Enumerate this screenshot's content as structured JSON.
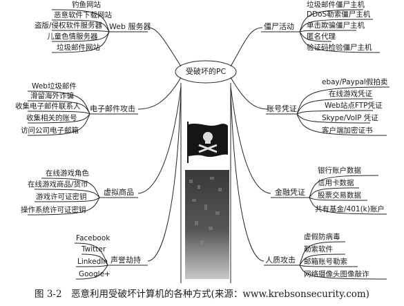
{
  "center": "受破坏的PC",
  "caption": "图 3-2　恶意利用受破坏计算机的各种方式(来源：www.krebsonsecurity.com)",
  "branches": {
    "web_server": {
      "label": "Web 服务器",
      "items": [
        "钓鱼网站",
        "恶意软件下载网站",
        "盗版/侵权软件服务器",
        "儿童色情服务器",
        "垃圾邮件网站"
      ]
    },
    "email_attack": {
      "label": "电子邮件攻击",
      "items": [
        "Web垃圾邮件",
        "滑留海外诈骗",
        "收集电子邮件联系人",
        "收集相关的账号",
        "访问公司电子邮箱"
      ]
    },
    "virtual_goods": {
      "label": "虚拟商品",
      "items": [
        "在线游戏角色",
        "在线游戏商品/货币",
        "游戏许可证密钥",
        "操作系统许可证密钥"
      ]
    },
    "reputation": {
      "label": "声誉劫持",
      "items": [
        "Facebook",
        "Twitter",
        "LinkedIn",
        "Google+"
      ]
    },
    "zombie": {
      "label": "僵尸活动",
      "items": [
        "垃圾邮件僵尸主机",
        "DDoS勒索僵尸主机",
        "单击欺骗僵尸主机",
        "匿名代理",
        "验证码检验僵尸主机"
      ]
    },
    "account_credentials": {
      "label": "账号凭证",
      "items": [
        "ebay/Paypal假拍卖",
        "在线游戏凭证",
        "Web站点FTP凭证",
        "Skype/VoIP 凭证",
        "客户端加密证书"
      ]
    },
    "financial": {
      "label": "金融凭证",
      "items": [
        "银行账户数据",
        "信用卡数据",
        "股票交易数据",
        "共有基金/401(k)账户"
      ]
    },
    "hostage": {
      "label": "人质攻击",
      "items": [
        "虚假防病毒",
        "勒索软件",
        "邮箱账号勒索",
        "网络摄像头图像敲诈"
      ]
    }
  }
}
